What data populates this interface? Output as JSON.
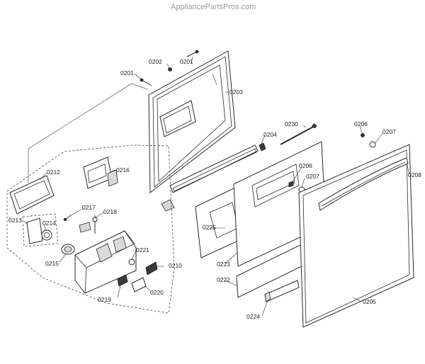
{
  "watermark": "AppliancePartsPros.com",
  "parts": [
    {
      "id": "p0201a",
      "label": "0201"
    },
    {
      "id": "p0201b",
      "label": "0201"
    },
    {
      "id": "p0202",
      "label": "0202"
    },
    {
      "id": "p0203",
      "label": "0203"
    },
    {
      "id": "p0204",
      "label": "0204"
    },
    {
      "id": "p0205",
      "label": "0205"
    },
    {
      "id": "p0206a",
      "label": "0206"
    },
    {
      "id": "p0206b",
      "label": "0206"
    },
    {
      "id": "p0207a",
      "label": "0207"
    },
    {
      "id": "p0207b",
      "label": "0207"
    },
    {
      "id": "p0208",
      "label": "0208"
    },
    {
      "id": "p0210",
      "label": "0210"
    },
    {
      "id": "p0212",
      "label": "0212"
    },
    {
      "id": "p0213",
      "label": "0213"
    },
    {
      "id": "p0214",
      "label": "0214"
    },
    {
      "id": "p0215",
      "label": "0215"
    },
    {
      "id": "p0216",
      "label": "0216"
    },
    {
      "id": "p0217",
      "label": "0217"
    },
    {
      "id": "p0218",
      "label": "0218"
    },
    {
      "id": "p0219",
      "label": "0219"
    },
    {
      "id": "p0220",
      "label": "0220"
    },
    {
      "id": "p0221",
      "label": "0221"
    },
    {
      "id": "p0222",
      "label": "0222"
    },
    {
      "id": "p0223",
      "label": "0223"
    },
    {
      "id": "p0224",
      "label": "0224"
    },
    {
      "id": "p0225",
      "label": "0225"
    },
    {
      "id": "p0230",
      "label": "0230"
    }
  ]
}
